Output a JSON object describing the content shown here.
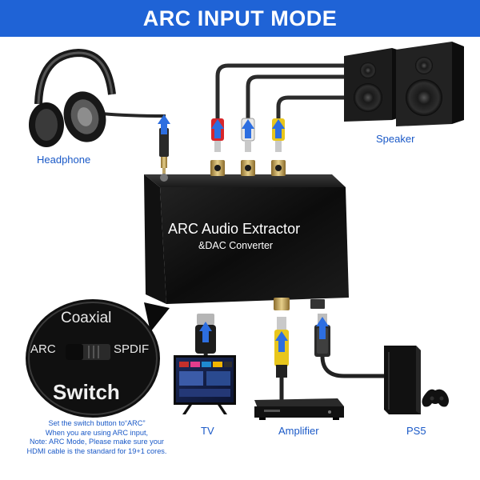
{
  "title": "ARC INPUT MODE",
  "device": {
    "name": "ARC Audio Extractor",
    "subtitle": "&DAC Converter"
  },
  "labels": {
    "headphone": "Headphone",
    "speaker": "Speaker",
    "tv": "TV",
    "amplifier": "Amplifier",
    "ps5": "PS5"
  },
  "switch": {
    "top": "Coaxial",
    "left": "ARC",
    "right": "SPDIF",
    "caption": "Switch"
  },
  "note": [
    "Set the switch button to“ARC”",
    "When you are using ARC input,",
    "Note: ARC Mode, Please make sure your",
    "HDMI cable is the standard for 19+1 cores."
  ],
  "colors": {
    "title_bar": "#1f63d6",
    "label_text": "#1a59c7",
    "arrow": "#2d6ee0",
    "rca_red": "#d8262a",
    "rca_white": "#e8e8e8",
    "rca_yellow": "#e8c61c"
  },
  "icons": [
    "headphone-icon",
    "speaker-icon",
    "tv-icon",
    "amplifier-icon",
    "ps5-icon",
    "hdmi-plug-icon",
    "optical-plug-icon",
    "coax-plug-icon"
  ]
}
